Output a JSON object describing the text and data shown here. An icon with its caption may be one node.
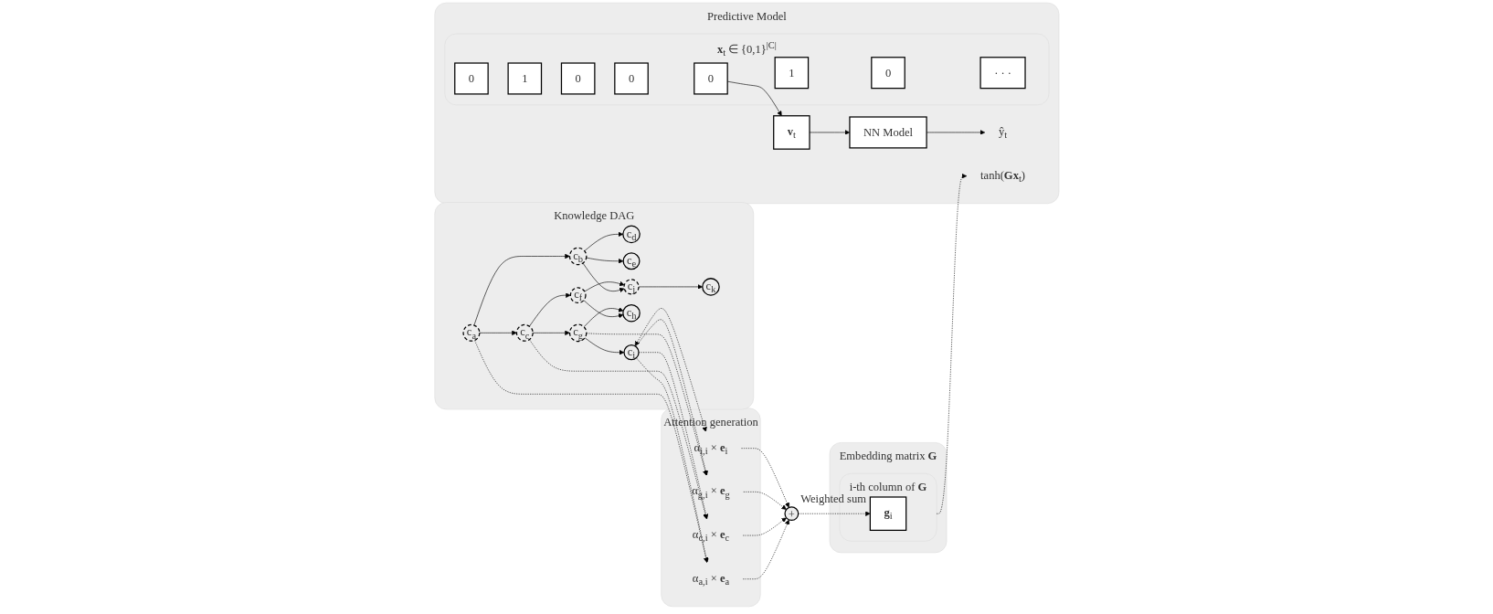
{
  "diagram": {
    "nodes": [
      {
        "text": [
          "Knowledge DAG"
        ]
      },
      {
        "text": [
          "c$_{a}$"
        ],
        "in": 0
      },
      {
        "text": [
          "c$_{b}$"
        ],
        "in": 0
      },
      {
        "text": [
          "c$_{c}$"
        ],
        "in": 0
      },
      {
        "text": [
          "c$_{d}$"
        ],
        "in": 0
      },
      {
        "text": [
          "c$_{e}$"
        ],
        "in": 0
      },
      {
        "text": [
          "c$_{f}$"
        ],
        "in": 0
      },
      {
        "text": [
          "c$_{g}$"
        ],
        "in": 0
      },
      {
        "text": [
          "c$_{j}$"
        ],
        "in": 0
      },
      {
        "text": [
          "c$_{k}$"
        ],
        "in": 0
      },
      {
        "text": [
          "c$_{h}$"
        ],
        "in": 0
      },
      {
        "text": [
          "c$_{i}$"
        ],
        "in": 0
      },
      {
        "text": [
          "Attention generation"
        ]
      },
      {
        "text": [
          "α$_{a,i}$ × **e**$_{a}$"
        ],
        "in": 12
      },
      {
        "text": [
          "α$_{c,i}$ × **e**$_{c}$"
        ],
        "in": 12
      },
      {
        "text": [
          "α$_{g,i}$ × **e**$_{g}$"
        ],
        "in": 12
      },
      {
        "text": [
          "α$_{i,i}$ × **e**$_{i}$"
        ],
        "in": 12
      },
      {
        "text": [
          "+"
        ],
        "beside": [
          "Weighted sum"
        ]
      },
      {
        "text": [
          "Predictive Model"
        ]
      },
      {
        "text": [
          "ŷ$_{t}$"
        ],
        "in": 18
      },
      {
        "text": [
          "NN Model"
        ],
        "in": 18
      },
      {
        "text": [
          "**v**$_{t}$"
        ],
        "in": 18
      },
      {
        "text": [
          "tanh(**Gx**$_{t}$)"
        ],
        "in": 18
      },
      {
        "text": [
          "**x**$_{t}$ ∈ {0,1}$^{|C|}$"
        ],
        "in": 18
      },
      {
        "text": [
          "0"
        ],
        "in": 23
      },
      {
        "text": [
          "1"
        ],
        "in": 23
      },
      {
        "text": [
          "0"
        ],
        "in": 23
      },
      {
        "text": [
          "0"
        ],
        "in": 23
      },
      {
        "text": [
          "0"
        ],
        "in": 23
      },
      {
        "text": [
          "1"
        ],
        "in": 23
      },
      {
        "text": [
          "0"
        ],
        "in": 23
      },
      {
        "text": [
          "· · ·"
        ],
        "in": 23
      },
      {
        "text": [
          "Embedding matrix **G**"
        ]
      },
      {
        "text": [
          "i-th column of **G**"
        ],
        "in": 32
      },
      {
        "text": [
          "**g**$_{i}$"
        ],
        "in": 33
      }
    ],
    "edges": [
      {
        "from": 1,
        "to": 2,
        "arrow": "to"
      },
      {
        "from": 1,
        "to": 3,
        "arrow": "to"
      },
      {
        "from": 2,
        "to": 4,
        "arrow": "to"
      },
      {
        "from": 2,
        "to": 5,
        "arrow": "to"
      },
      {
        "from": 2,
        "to": 8,
        "arrow": "to"
      },
      {
        "from": 3,
        "to": 6,
        "arrow": "to"
      },
      {
        "from": 3,
        "to": 7,
        "arrow": "to"
      },
      {
        "from": 6,
        "to": 8,
        "arrow": "to"
      },
      {
        "from": 8,
        "to": 9,
        "arrow": "to"
      },
      {
        "from": 6,
        "to": 10,
        "arrow": "to"
      },
      {
        "from": 7,
        "to": 10,
        "arrow": "to"
      },
      {
        "from": 7,
        "to": 11,
        "arrow": "to"
      },
      {
        "from": 1,
        "to": 13,
        "arrow": "to",
        "style": "dashed"
      },
      {
        "from": 3,
        "to": 14,
        "arrow": "to",
        "style": "dashed"
      },
      {
        "from": 7,
        "to": 15,
        "arrow": "to",
        "style": "dashed"
      },
      {
        "from": 11,
        "to": 13,
        "arrow": "to",
        "style": "dashed"
      },
      {
        "from": 11,
        "to": 14,
        "arrow": "to",
        "style": "dashed"
      },
      {
        "from": 11,
        "to": 15,
        "arrow": "to",
        "style": "dashed"
      },
      {
        "from": 11,
        "to": 16,
        "arrow": "both",
        "style": "dashed"
      },
      {
        "from": 13,
        "to": 17,
        "arrow": "to",
        "style": "dashed"
      },
      {
        "from": 14,
        "to": 17,
        "arrow": "to",
        "style": "dashed"
      },
      {
        "from": 15,
        "to": 17,
        "arrow": "to",
        "style": "dashed"
      },
      {
        "from": 16,
        "to": 17,
        "arrow": "to",
        "style": "dashed"
      },
      {
        "from": 17,
        "to": 34,
        "arrow": "to",
        "style": "dashed"
      },
      {
        "from": 33,
        "to": 22,
        "arrow": "to",
        "style": "dashed"
      },
      {
        "from": 28,
        "to": 21,
        "arrow": "to"
      },
      {
        "from": 21,
        "to": 20,
        "arrow": "to"
      },
      {
        "from": 20,
        "to": 19,
        "arrow": "to"
      }
    ]
  }
}
